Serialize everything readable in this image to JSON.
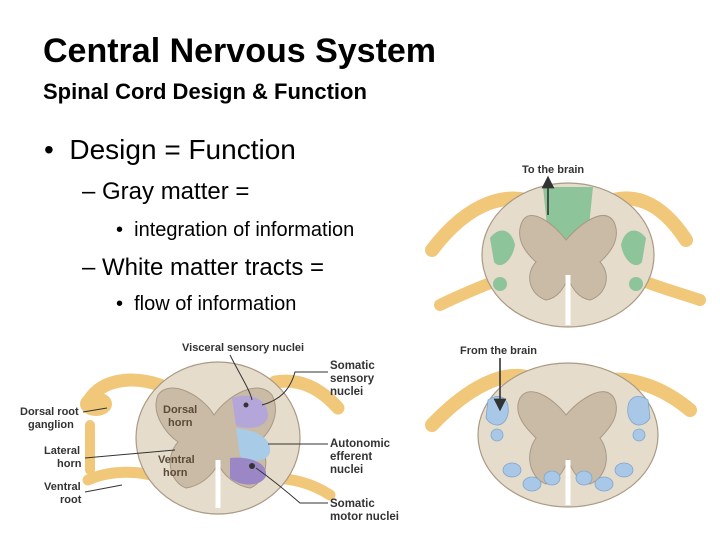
{
  "slide": {
    "title": "Central Nervous System",
    "subtitle": "Spinal Cord Design & Function",
    "bullets": {
      "level1": "Design = Function",
      "gray": "Gray matter =",
      "gray_detail": "integration of information",
      "white": "White matter tracts =",
      "white_detail": "flow of information"
    }
  },
  "figure_top": {
    "label": "To the brain"
  },
  "figure_mid": {
    "label": "From the brain"
  },
  "figure_left": {
    "visceral": "Visceral sensory nuclei",
    "somatic_sensory": [
      "Somatic",
      "sensory",
      "nuclei"
    ],
    "autonomic": [
      "Autonomic",
      "efferent",
      "nuclei"
    ],
    "somatic_motor": [
      "Somatic",
      "motor nuclei"
    ],
    "dorsal_root": [
      "Dorsal root",
      "ganglion"
    ],
    "lateral_horn": [
      "Lateral",
      "horn"
    ],
    "ventral_root": [
      "Ventral",
      "root"
    ],
    "dorsal_horn": [
      "Dorsal",
      "horn"
    ],
    "ventral_horn": [
      "Ventral",
      "horn"
    ]
  },
  "colors": {
    "white_matter": "#e6dccb",
    "gray_matter": "#c9bba6",
    "nerve": "#f1c77a",
    "ascending_green": "#8ec49a",
    "descending_blue": "#a9c8e8",
    "sensory_purple": "#b4a6d8",
    "autonomic_blue": "#a8cbe8",
    "motor_purple": "#9b86c6"
  }
}
